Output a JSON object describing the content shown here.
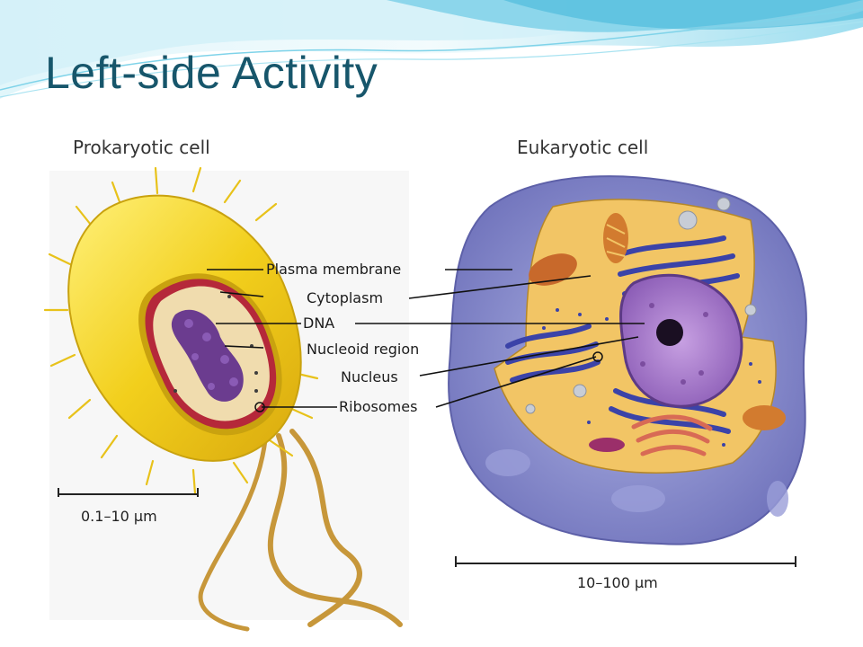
{
  "slide": {
    "title": "Left-side Activity",
    "title_color": "#17566b",
    "accent_colors": [
      "#3fb6d9",
      "#9fe0ef",
      "#d6f2f8"
    ]
  },
  "diagram": {
    "prokaryote": {
      "heading": "Prokaryotic cell",
      "scale": "0.1–10 µm"
    },
    "eukaryote": {
      "heading": "Eukaryotic cell",
      "scale": "10–100 µm"
    },
    "labels": [
      "Plasma membrane",
      "Cytoplasm",
      "DNA",
      "Nucleoid region",
      "Nucleus",
      "Ribosomes"
    ],
    "colors": {
      "bacterium": "#f2cf1c",
      "membrane": "#b5283a",
      "nucleoid": "#6b3c8f",
      "eukaryote_membrane": "#7d7fc3",
      "eukaryote_cytoplasm": "#f2c565",
      "nucleus": "#a678c8",
      "flagella": "#c7973a"
    }
  }
}
